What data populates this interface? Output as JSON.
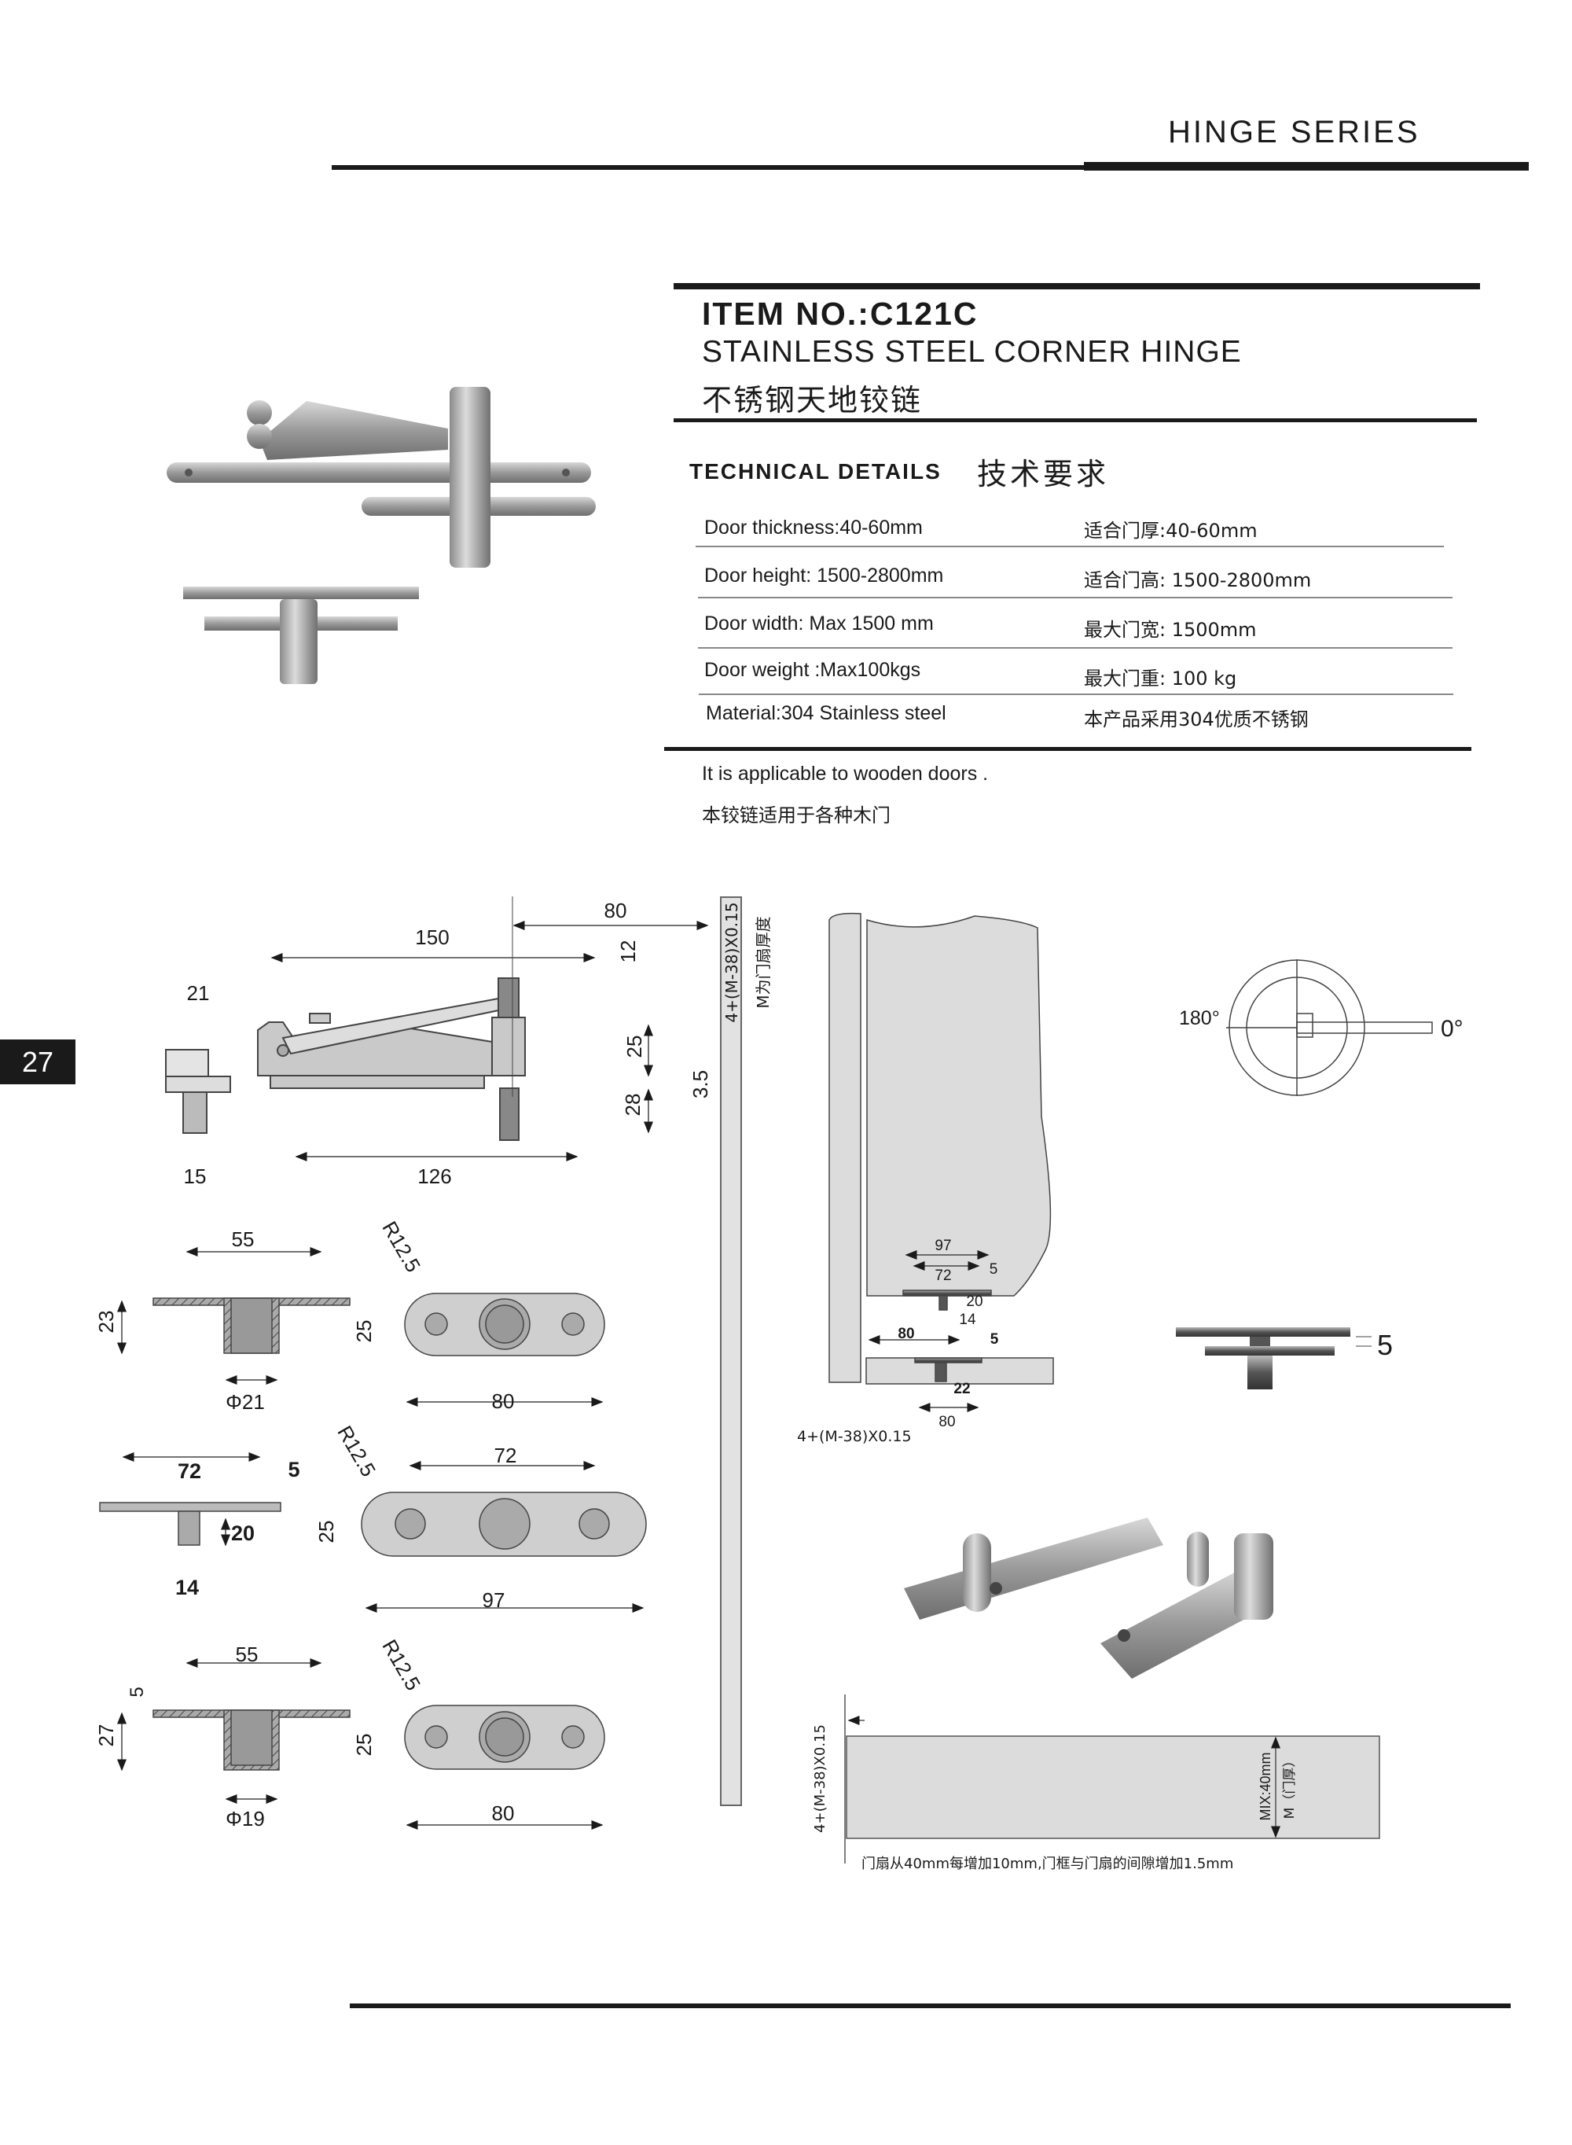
{
  "header": {
    "series": "HINGE SERIES"
  },
  "product": {
    "item_no": "ITEM NO.:C121C",
    "name_en": "STAINLESS STEEL CORNER HINGE",
    "name_cn": "不锈钢天地铰链"
  },
  "technical": {
    "title_en": "TECHNICAL DETAILS",
    "title_cn": "技术要求",
    "rows": [
      {
        "en": "Door thickness:40-60mm",
        "cn": "适合门厚:40-60mm"
      },
      {
        "en": "Door height: 1500-2800mm",
        "cn": "适合门高: 1500-2800mm"
      },
      {
        "en": "Door width: Max 1500 mm",
        "cn": "最大门宽: 1500mm"
      },
      {
        "en": "Door weight :Max100kgs",
        "cn": "最大门重: 100 kg"
      },
      {
        "en": "Material:304 Stainless steel",
        "cn": "本产品采用304优质不锈钢"
      }
    ],
    "note_en": "It is applicable to wooden doors .",
    "note_cn": "本铰链适用于各种木门"
  },
  "page_number": "27",
  "drawings": {
    "side": {
      "d21": "21",
      "d15": "15",
      "d150": "150",
      "d80": "80",
      "d12": "12",
      "d25": "25",
      "d28": "28",
      "d35": "3.5",
      "d126": "126",
      "gap_formula": "4+(M-38)X0.15",
      "m_note": "M为门扇厚度"
    },
    "row1": {
      "w55": "55",
      "h23": "23",
      "phi": "Φ21",
      "r": "R12.5",
      "h25": "25",
      "w80": "80"
    },
    "row2": {
      "w72": "72",
      "t5": "5",
      "h20": "20",
      "w14": "14",
      "r": "R12.5",
      "c72": "72",
      "h25": "25",
      "w97": "97"
    },
    "row3": {
      "w55": "55",
      "t5": "5",
      "h27": "27",
      "phi": "Φ19",
      "r": "R12.5",
      "h25": "25",
      "w80": "80"
    },
    "door": {
      "d97": "97",
      "d72": "72",
      "d5a": "5",
      "d20": "20",
      "d14": "14",
      "d80a": "80",
      "d5b": "5",
      "d22": "22",
      "d80b": "80",
      "gap_formula": "4+(M-38)X0.15"
    },
    "angle": {
      "a180": "180°",
      "a0": "0°"
    },
    "stack": {
      "d5": "5"
    },
    "thickness": {
      "gap_formula": "4+(M-38)X0.15",
      "min": "MIX:40mm",
      "m_label": "M（门厚）",
      "caption": "门扇从40mm每增加10mm,门框与门扇的间隙增加1.5mm"
    }
  }
}
